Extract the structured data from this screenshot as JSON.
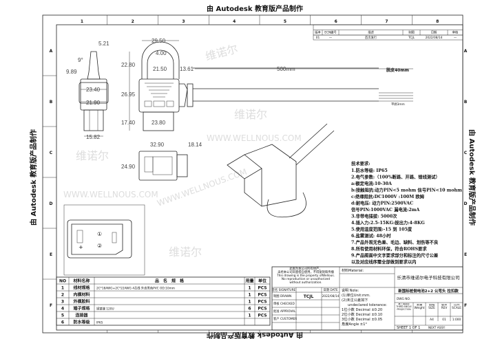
{
  "banner": "由 Autodesk 教育版产品制作",
  "column_numbers": [
    "1",
    "2",
    "3",
    "4",
    "5",
    "6",
    "7",
    "8"
  ],
  "row_letters": [
    "A",
    "B",
    "C",
    "D",
    "E",
    "F"
  ],
  "revision_table": {
    "headers": [
      "版本",
      "ECN编号",
      "描述",
      "制图",
      "日期",
      "审核"
    ],
    "row": [
      "01",
      "—",
      "首次发行",
      "TCJL",
      "2022/08/14",
      "—"
    ]
  },
  "dimensions": {
    "side_top_width": "5.21",
    "side_angle": "9°",
    "side_tip": "9.89",
    "side_body": "23.40",
    "side_inner": "21.90",
    "side_base": "15.82",
    "front_width": "29.50",
    "front_ring": "4.00",
    "front_inner": "21.50",
    "front_cable": "13.61",
    "front_h_top": "22.80",
    "front_h_body": "26.95",
    "front_h_bottom": "17.40",
    "front_bottom_width": "23.80",
    "cable_length": "500mm",
    "strip_length": "脱皮40mm",
    "strip_wire": "平剥3mm",
    "bottom_width": "32.90",
    "bottom_cable": "18.14",
    "bottom_height": "24.90"
  },
  "pin_labels": [
    "①",
    "②",
    "+"
  ],
  "watermarks": [
    "维诺尔",
    "WWW.WELLNOUS.COM"
  ],
  "tech_requirements": {
    "title": "技术要求:",
    "lines": [
      "1.防水等级: IP65",
      "2.电气参数:（100%断路、开路、错线测试）",
      "  a:额定电流:10-30A",
      "  b:接触阻抗:动力PIN<5 mohm 信号PIN<10 mohm",
      "  c:绝缘阻抗:DC1000V :100M 欧姆",
      "  d:耐电压: 动力PIN:2500VAC",
      "     信号PIN:1000VAC 漏电流:2mA",
      "3.非带电插拔: 5000次",
      "4.插入力:2.5-15KG:拔出力:4-8KG",
      "5.使用温度范围:-15 到 105度",
      "6.盐雾测试: 48小时",
      "7.产品外观无色差、毛边、缺料、划伤等不良",
      "8.所有使用材料环保，符合ROHS要求",
      "9.产品图面中文字要求部分和标注的尺寸公差",
      "   以及对应线序需全部做到要求以内"
    ]
  },
  "bom": {
    "headers": [
      "NO",
      "材料名称",
      "品　名　规　格",
      "用量",
      "单位"
    ],
    "rows": [
      [
        "1",
        "线材规格",
        "2C*18AWG+2C*22AWG  4芯线 外皮黑色PVC  OD:10mm",
        "1",
        "PCS"
      ],
      [
        "2",
        "内模材料",
        "",
        "1",
        "PCS"
      ],
      [
        "3",
        "外模胶料",
        "",
        "1",
        "PCS"
      ],
      [
        "4",
        "端子规格",
        "铜镀镍 120U",
        "6",
        "PCS"
      ],
      [
        "5",
        "连接器",
        "",
        "1",
        "PCS"
      ],
      [
        "6",
        "防水等级",
        "IP65",
        "",
        ""
      ]
    ]
  },
  "title_block": {
    "notice": [
      "此图为本公司所有财产，",
      "未经本公司同意擅自使用，不得复制和传播",
      "This drawing is the property ofWellous.",
      "No reproduction or unauthorized",
      "without authorization."
    ],
    "signature_header": "签名 SIGNATURE",
    "date_header": "日期 DATE",
    "drawn_label": "制图 DRAWN",
    "drawn_by": "TCJL",
    "drawn_date": "2022/08/14",
    "checked_label": "审核 CHECKED",
    "approval_label": "批准 APPROVAL",
    "customer_label": "客户 CUSTOMER",
    "material_label": "材料Material:",
    "note_label": "说明 Note:",
    "notes": [
      "(1)单位Unit:mm.",
      "(2)未注公差如下",
      "undeclared tolerance:",
      "1位小数 Decimal ±0.20",
      "2位小数 Decimal ±0.10",
      "3位小数 Decimal ±0.05",
      "角度Angle ±1°"
    ],
    "company": "乐清市维诺尔电子科技有限公司",
    "product_name": "新国标桩侧电池2+2 公弯头 拉扣款",
    "dwg_no_label": "DWG NO.",
    "projection_label": "第三角投影 THIRD ANGLE PROJECTION",
    "weight_label": "重量 Weight",
    "size_label": "图幅 SIZE",
    "rev_label": "版本 REV",
    "scale_label": "比例 SCALE",
    "size": "A4",
    "rev": "01",
    "scale": "1:000",
    "sheet": "SHEET 1 OF 1",
    "next_assy": "NEXT ASSY:"
  }
}
